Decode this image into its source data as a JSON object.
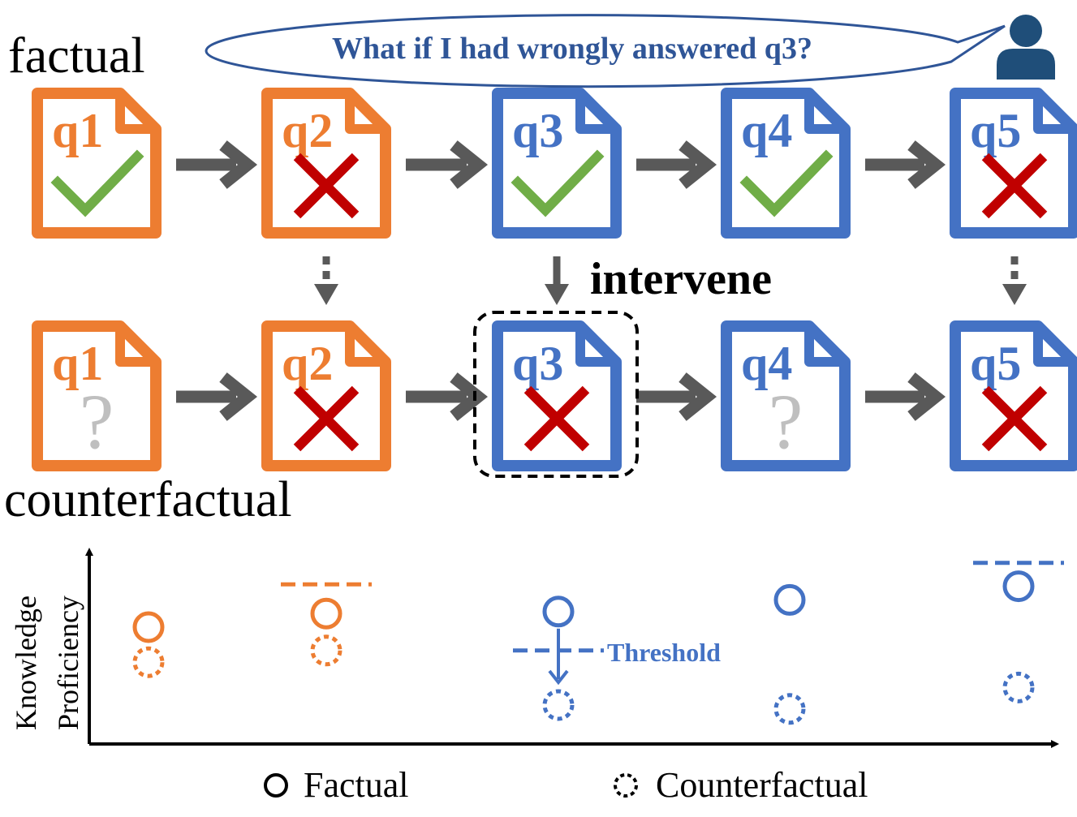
{
  "labels": {
    "factual": "factual",
    "counterfactual": "counterfactual",
    "speech": "What if I had wrongly answered q3?",
    "intervene": "intervene",
    "threshold": "Threshold",
    "y_axis_line1": "Knowledge",
    "y_axis_line2": "Proficiency",
    "legend_factual": "Factual",
    "legend_counterfactual": "Counterfactual"
  },
  "colors": {
    "orange": "#ed7d31",
    "blue": "#4472c4",
    "green": "#70ad47",
    "red": "#c00000",
    "gray": "#595959",
    "question": "#bfbfbf",
    "speech_text": "#2f5597",
    "user": "#1f4e79"
  },
  "factual_row": [
    {
      "label": "q1",
      "color": "orange",
      "mark": "check"
    },
    {
      "label": "q2",
      "color": "orange",
      "mark": "cross"
    },
    {
      "label": "q3",
      "color": "blue",
      "mark": "check"
    },
    {
      "label": "q4",
      "color": "blue",
      "mark": "check"
    },
    {
      "label": "q5",
      "color": "blue",
      "mark": "cross"
    }
  ],
  "counterfactual_row": [
    {
      "label": "q1",
      "color": "orange",
      "mark": "question"
    },
    {
      "label": "q2",
      "color": "orange",
      "mark": "cross"
    },
    {
      "label": "q3",
      "color": "blue",
      "mark": "cross",
      "intervened": true
    },
    {
      "label": "q4",
      "color": "blue",
      "mark": "question"
    },
    {
      "label": "q5",
      "color": "blue",
      "mark": "cross"
    }
  ],
  "proficiency": [
    {
      "color": "orange",
      "factual": 0.6,
      "counterfactual": 0.42,
      "threshold": null
    },
    {
      "color": "orange",
      "factual": 0.67,
      "counterfactual": 0.48,
      "threshold": 0.82
    },
    {
      "color": "blue",
      "factual": 0.68,
      "counterfactual": 0.2,
      "threshold": 0.48
    },
    {
      "color": "blue",
      "factual": 0.74,
      "counterfactual": 0.18,
      "threshold": null
    },
    {
      "color": "blue",
      "factual": 0.81,
      "counterfactual": 0.29,
      "threshold": 0.93
    }
  ]
}
